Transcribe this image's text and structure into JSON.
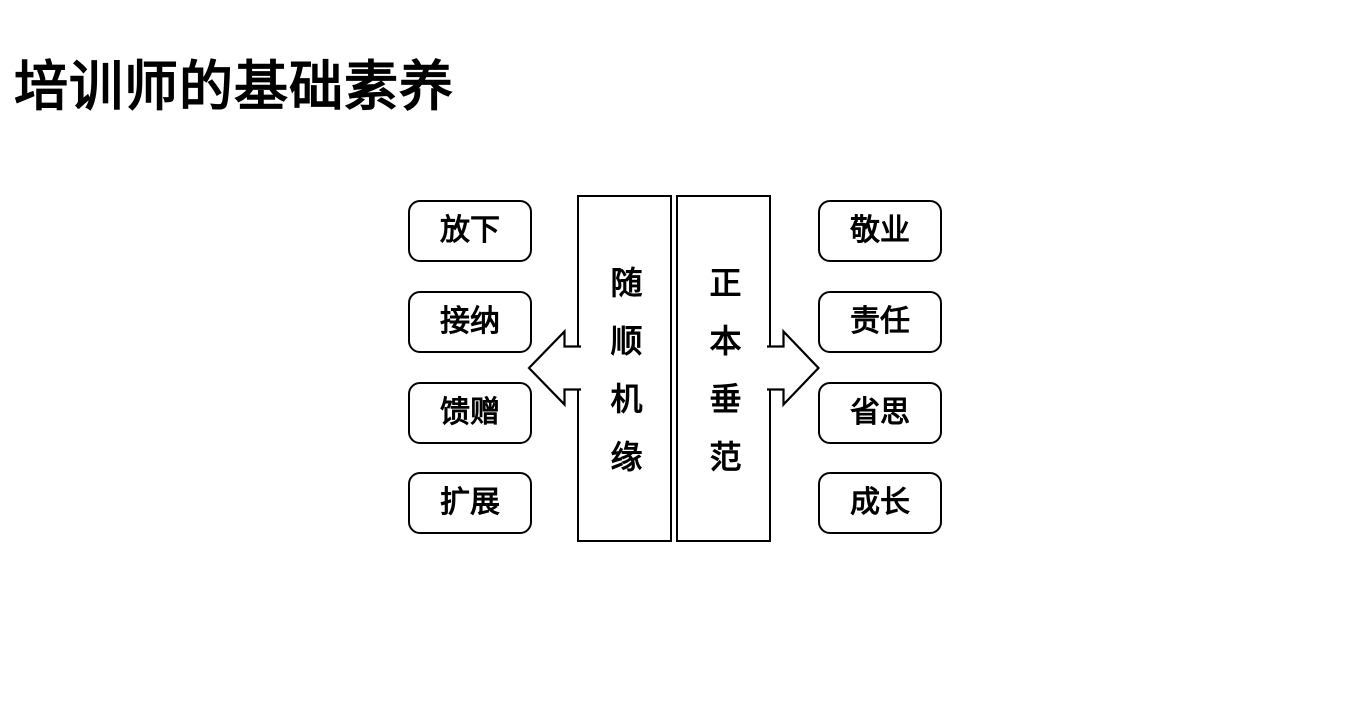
{
  "title": "培训师的基础素养",
  "diagram": {
    "left_pillar": "随顺机缘",
    "right_pillar": "正本垂范",
    "left_items": [
      "放下",
      "接纳",
      "馈赠",
      "扩展"
    ],
    "right_items": [
      "敬业",
      "责任",
      "省思",
      "成长"
    ],
    "colors": {
      "ink": "#000000",
      "background": "#ffffff"
    }
  }
}
